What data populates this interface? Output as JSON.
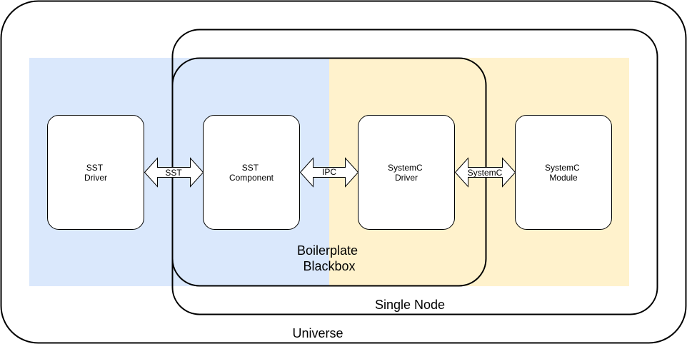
{
  "diagram": {
    "colors": {
      "sst_zone": "#dae8fc",
      "systemc_zone": "#fff2cc",
      "stroke": "#000000",
      "box_fill": "#ffffff"
    },
    "regions": {
      "universe": "Universe",
      "single_node": "Single Node",
      "blackbox": [
        "Boilerplate",
        "Blackbox"
      ]
    },
    "boxes": {
      "sst_driver": [
        "SST",
        "Driver"
      ],
      "sst_component": [
        "SST",
        "Component"
      ],
      "systemc_driver": [
        "SystemC",
        "Driver"
      ],
      "systemc_module": [
        "SystemC",
        "Module"
      ]
    },
    "links": {
      "sst": "SST",
      "ipc": "IPC",
      "systemc": "SystemC"
    }
  }
}
